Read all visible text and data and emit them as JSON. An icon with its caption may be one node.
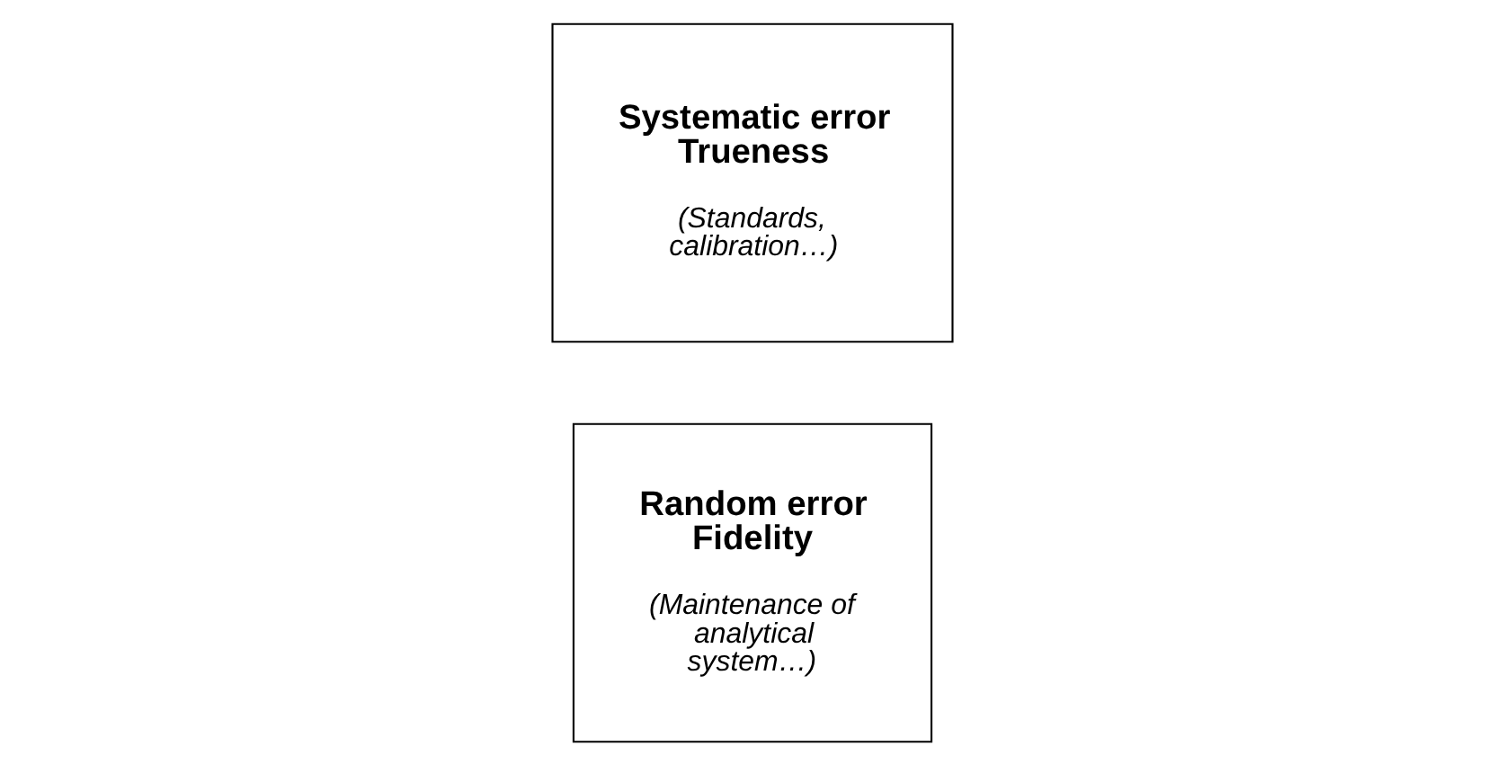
{
  "diagram": {
    "nodes": [
      {
        "text": [
          "Systematic error Trueness",
          "(Standards, calibration…)"
        ]
      },
      {
        "text": [
          "Random error Fidelity",
          "(Maintenance of analytical system…)"
        ]
      }
    ]
  }
}
